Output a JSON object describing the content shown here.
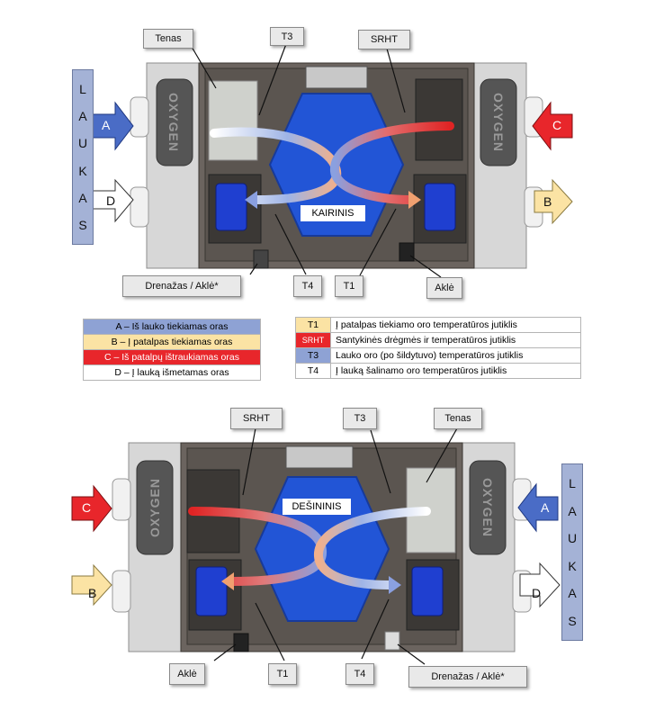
{
  "top_diagram": {
    "orientation": "KAIRINIS",
    "brand": "OXYGEN",
    "laukas_letters": [
      "L",
      "A",
      "U",
      "K",
      "A",
      "S"
    ],
    "arrows": {
      "left_top": "A",
      "left_bottom": "D",
      "right_top": "C",
      "right_bottom": "B"
    },
    "callouts": {
      "tenas": "Tenas",
      "t3": "T3",
      "srht": "SRHT",
      "drenazas": "Drenažas / Aklė*",
      "t4": "T4",
      "t1": "T1",
      "akle": "Aklė"
    }
  },
  "bottom_diagram": {
    "orientation": "DEŠININIS",
    "brand": "OXYGEN",
    "laukas_letters": [
      "L",
      "A",
      "U",
      "K",
      "A",
      "S"
    ],
    "arrows": {
      "left_top": "C",
      "left_bottom": "B",
      "right_top": "A",
      "right_bottom": "D"
    },
    "callouts": {
      "srht": "SRHT",
      "t3": "T3",
      "tenas": "Tenas",
      "akle": "Aklė",
      "t1": "T1",
      "t4": "T4",
      "drenazas": "Drenažas / Aklė*"
    }
  },
  "legend_air": [
    {
      "text": "A – Iš lauko tiekiamas oras",
      "color": "#8ea2d4"
    },
    {
      "text": "B – Į patalpas tiekiamas oras",
      "color": "#fbe3a4"
    },
    {
      "text": "C – Iš patalpų ištraukiamas oras",
      "color": "#e8262b"
    },
    {
      "text": "D – Į lauką išmetamas oras",
      "color": "#ffffff"
    }
  ],
  "legend_sensors": [
    {
      "code": "T1",
      "code_color": "#fbe3a4",
      "text": "Į patalpas tiekiamo oro temperatūros jutiklis"
    },
    {
      "code": "SRHT",
      "code_color": "#e8262b",
      "text": "Santykinės drėgmės ir temperatūros jutiklis"
    },
    {
      "code": "T3",
      "code_color": "#8ea2d4",
      "text": "Lauko oro (po šildytuvo) temperatūros jutiklis"
    },
    {
      "code": "T4",
      "code_color": "#ffffff",
      "text": "Į lauką šalinamo oro temperatūros jutiklis"
    }
  ],
  "colors": {
    "arrow_blue": "#4a6cc6",
    "arrow_red": "#e8262b",
    "arrow_yellow": "#fbe3a4",
    "arrow_white": "#ffffff",
    "exchanger_blue": "#2255d6",
    "housing_gray": "#6b645f"
  }
}
